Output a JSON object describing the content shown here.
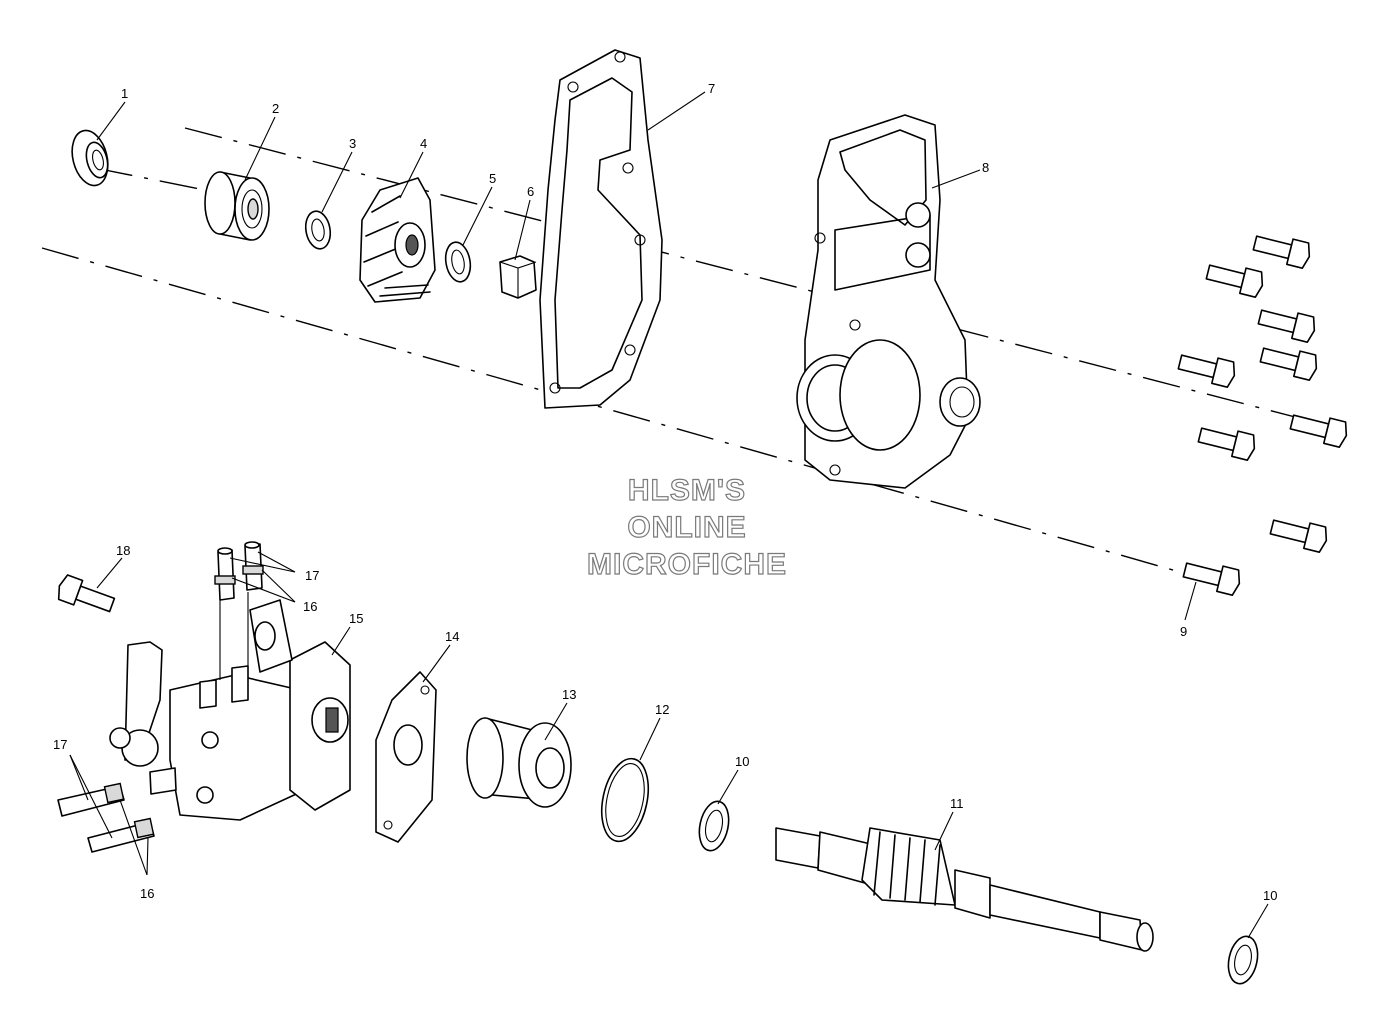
{
  "callouts": {
    "c1": "1",
    "c2": "2",
    "c3": "3",
    "c4": "4",
    "c5": "5",
    "c6": "6",
    "c7": "7",
    "c8": "8",
    "c9": "9",
    "c10a": "10",
    "c10b": "10",
    "c11": "11",
    "c12": "12",
    "c13": "13",
    "c14": "14",
    "c15": "15",
    "c16a": "16",
    "c16b": "16",
    "c17a": "17",
    "c17b": "17",
    "c18": "18"
  },
  "watermark": {
    "line1": "HLSM'S",
    "line2": "ONLINE",
    "line3": "MICROFICHE"
  }
}
